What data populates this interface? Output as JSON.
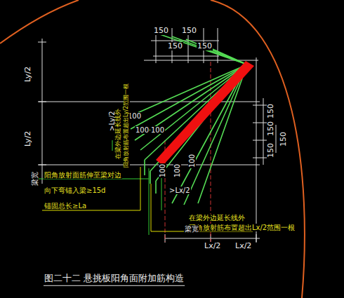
{
  "diagram": {
    "caption": "图二十二 悬挑板阳角面附加筋构造",
    "labels": [
      "150",
      "150",
      "150",
      "150",
      "150",
      "150",
      "150",
      "150",
      "100",
      "100",
      "100",
      "100",
      "100",
      "100",
      "Ly/2",
      "Ly/2",
      ">Ly/2",
      "梁宽",
      "在梁外边延长线外",
      "阳角放射筋布置超出Ly/2范围一根",
      "阳角放射面筋伸至梁对边",
      "向下弯锚入梁≥15d",
      "锚固总长≥La",
      ">Lx/2",
      "在梁外边延长线外",
      "阳角放射筋布置超出Lx/2范围一根",
      "Lx/2",
      "Lx/2",
      "梁宽"
    ]
  }
}
